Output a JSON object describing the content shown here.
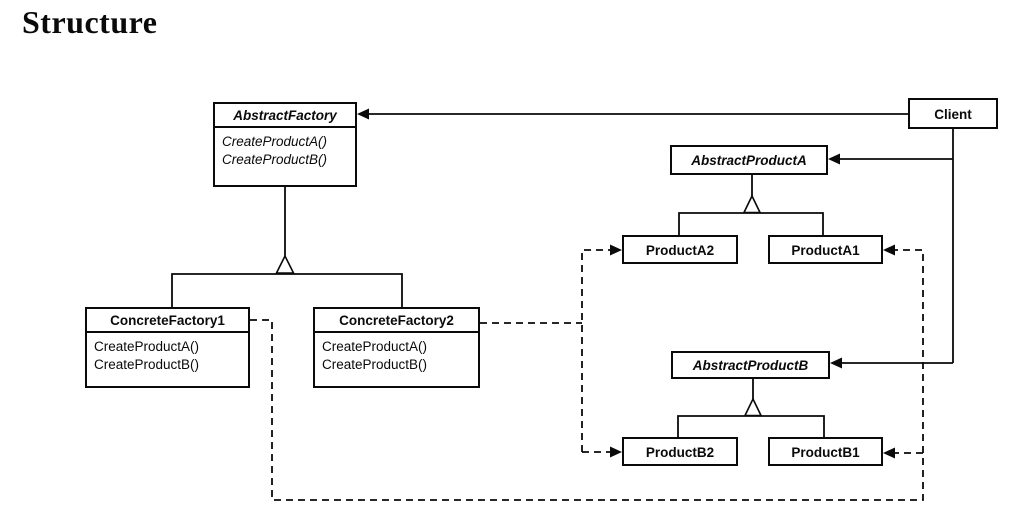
{
  "page": {
    "heading": "Structure"
  },
  "diagram": {
    "kind": "uml-class-diagram",
    "classes": {
      "abstract_factory": {
        "name": "AbstractFactory",
        "abstract": true,
        "methods": [
          "CreateProductA()",
          "CreateProductB()"
        ]
      },
      "client": {
        "name": "Client",
        "abstract": false,
        "methods": []
      },
      "abstract_product_a": {
        "name": "AbstractProductA",
        "abstract": true,
        "methods": []
      },
      "product_a2": {
        "name": "ProductA2",
        "abstract": false,
        "methods": []
      },
      "product_a1": {
        "name": "ProductA1",
        "abstract": false,
        "methods": []
      },
      "concrete_factory1": {
        "name": "ConcreteFactory1",
        "abstract": false,
        "methods": [
          "CreateProductA()",
          "CreateProductB()"
        ]
      },
      "concrete_factory2": {
        "name": "ConcreteFactory2",
        "abstract": false,
        "methods": [
          "CreateProductA()",
          "CreateProductB()"
        ]
      },
      "abstract_product_b": {
        "name": "AbstractProductB",
        "abstract": true,
        "methods": []
      },
      "product_b2": {
        "name": "ProductB2",
        "abstract": false,
        "methods": []
      },
      "product_b1": {
        "name": "ProductB1",
        "abstract": false,
        "methods": []
      }
    },
    "relationships": [
      {
        "from": "Client",
        "to": "AbstractFactory",
        "style": "solid-arrow"
      },
      {
        "from": "Client",
        "to": "AbstractProductA",
        "style": "solid-arrow"
      },
      {
        "from": "Client",
        "to": "AbstractProductB",
        "style": "solid-arrow"
      },
      {
        "from": "ConcreteFactory1",
        "to": "AbstractFactory",
        "style": "inheritance"
      },
      {
        "from": "ConcreteFactory2",
        "to": "AbstractFactory",
        "style": "inheritance"
      },
      {
        "from": "ProductA2",
        "to": "AbstractProductA",
        "style": "inheritance"
      },
      {
        "from": "ProductA1",
        "to": "AbstractProductA",
        "style": "inheritance"
      },
      {
        "from": "ProductB2",
        "to": "AbstractProductB",
        "style": "inheritance"
      },
      {
        "from": "ProductB1",
        "to": "AbstractProductB",
        "style": "inheritance"
      },
      {
        "from": "ConcreteFactory1",
        "to": "ProductA1",
        "style": "dashed-arrow"
      },
      {
        "from": "ConcreteFactory1",
        "to": "ProductB1",
        "style": "dashed-arrow"
      },
      {
        "from": "ConcreteFactory2",
        "to": "ProductA2",
        "style": "dashed-arrow"
      },
      {
        "from": "ConcreteFactory2",
        "to": "ProductB2",
        "style": "dashed-arrow"
      }
    ],
    "colors": {
      "ink": "#0a0a0a",
      "paper": "#ffffff"
    }
  }
}
